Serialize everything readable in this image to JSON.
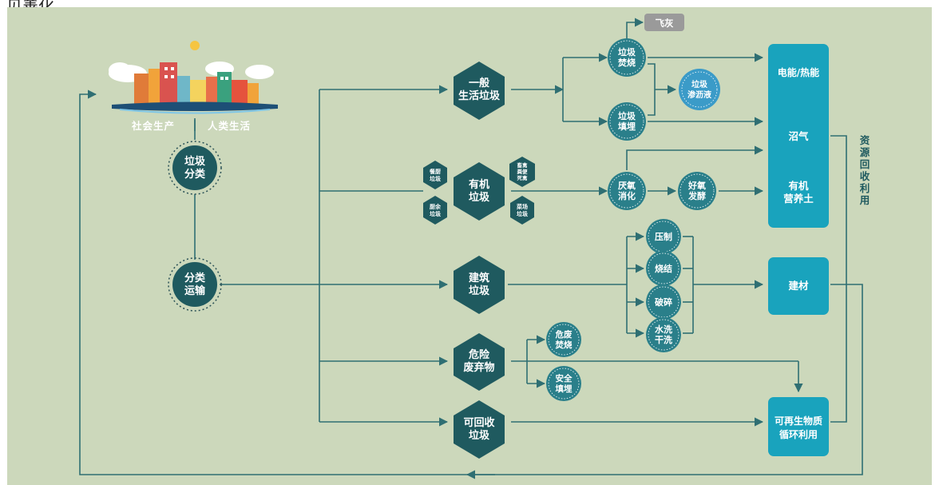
{
  "top_fragment": "见善化.",
  "colors": {
    "background": "#ccd8bb",
    "hexagon": "#1f5a5f",
    "circle": "#2a7f8a",
    "box": "#19a3bd",
    "arrow": "#2f6f73",
    "fly_ash_box": "#9a9a9a"
  },
  "city_labels": {
    "left": "社会生产",
    "right": "人类生活"
  },
  "nodes": {
    "sort": [
      "垃圾",
      "分类"
    ],
    "transport": [
      "分类",
      "运输"
    ],
    "general_waste": [
      "一般",
      "生活垃圾"
    ],
    "organic_waste": [
      "有机",
      "垃圾"
    ],
    "construction_waste": [
      "建筑",
      "垃圾"
    ],
    "hazardous_waste": [
      "危险",
      "废弃物"
    ],
    "recyclable_waste": [
      "可回收",
      "垃圾"
    ],
    "incinerate": [
      "垃圾",
      "焚烧"
    ],
    "landfill": [
      "垃圾",
      "填埋"
    ],
    "leachate": [
      "垃圾",
      "渗沥液"
    ],
    "fly_ash": "飞灰",
    "anaerobic": [
      "厌氧",
      "消化"
    ],
    "aerobic": [
      "好氧",
      "发酵"
    ],
    "compress": "压制",
    "sinter": "烧结",
    "crush": "破碎",
    "wash": [
      "水洗",
      "干洗"
    ],
    "hazard_incinerate": [
      "危废",
      "焚烧"
    ],
    "safe_landfill": [
      "安全",
      "填埋"
    ],
    "organic_sub": {
      "kitchen": [
        "餐厨",
        "垃圾"
      ],
      "animal": [
        "畜禽",
        "粪便",
        "死禽"
      ],
      "food_residue": [
        "厨余",
        "垃圾"
      ],
      "market": [
        "菜场",
        "垃圾"
      ]
    }
  },
  "outputs": {
    "electricity_heat": "电能/热能",
    "biogas": "沼气",
    "organic_soil": [
      "有机",
      "营养土"
    ],
    "building_material": "建材",
    "renewable": [
      "可再生物质",
      "循环利用"
    ]
  },
  "resource_recovery_label": "资源回收利用"
}
